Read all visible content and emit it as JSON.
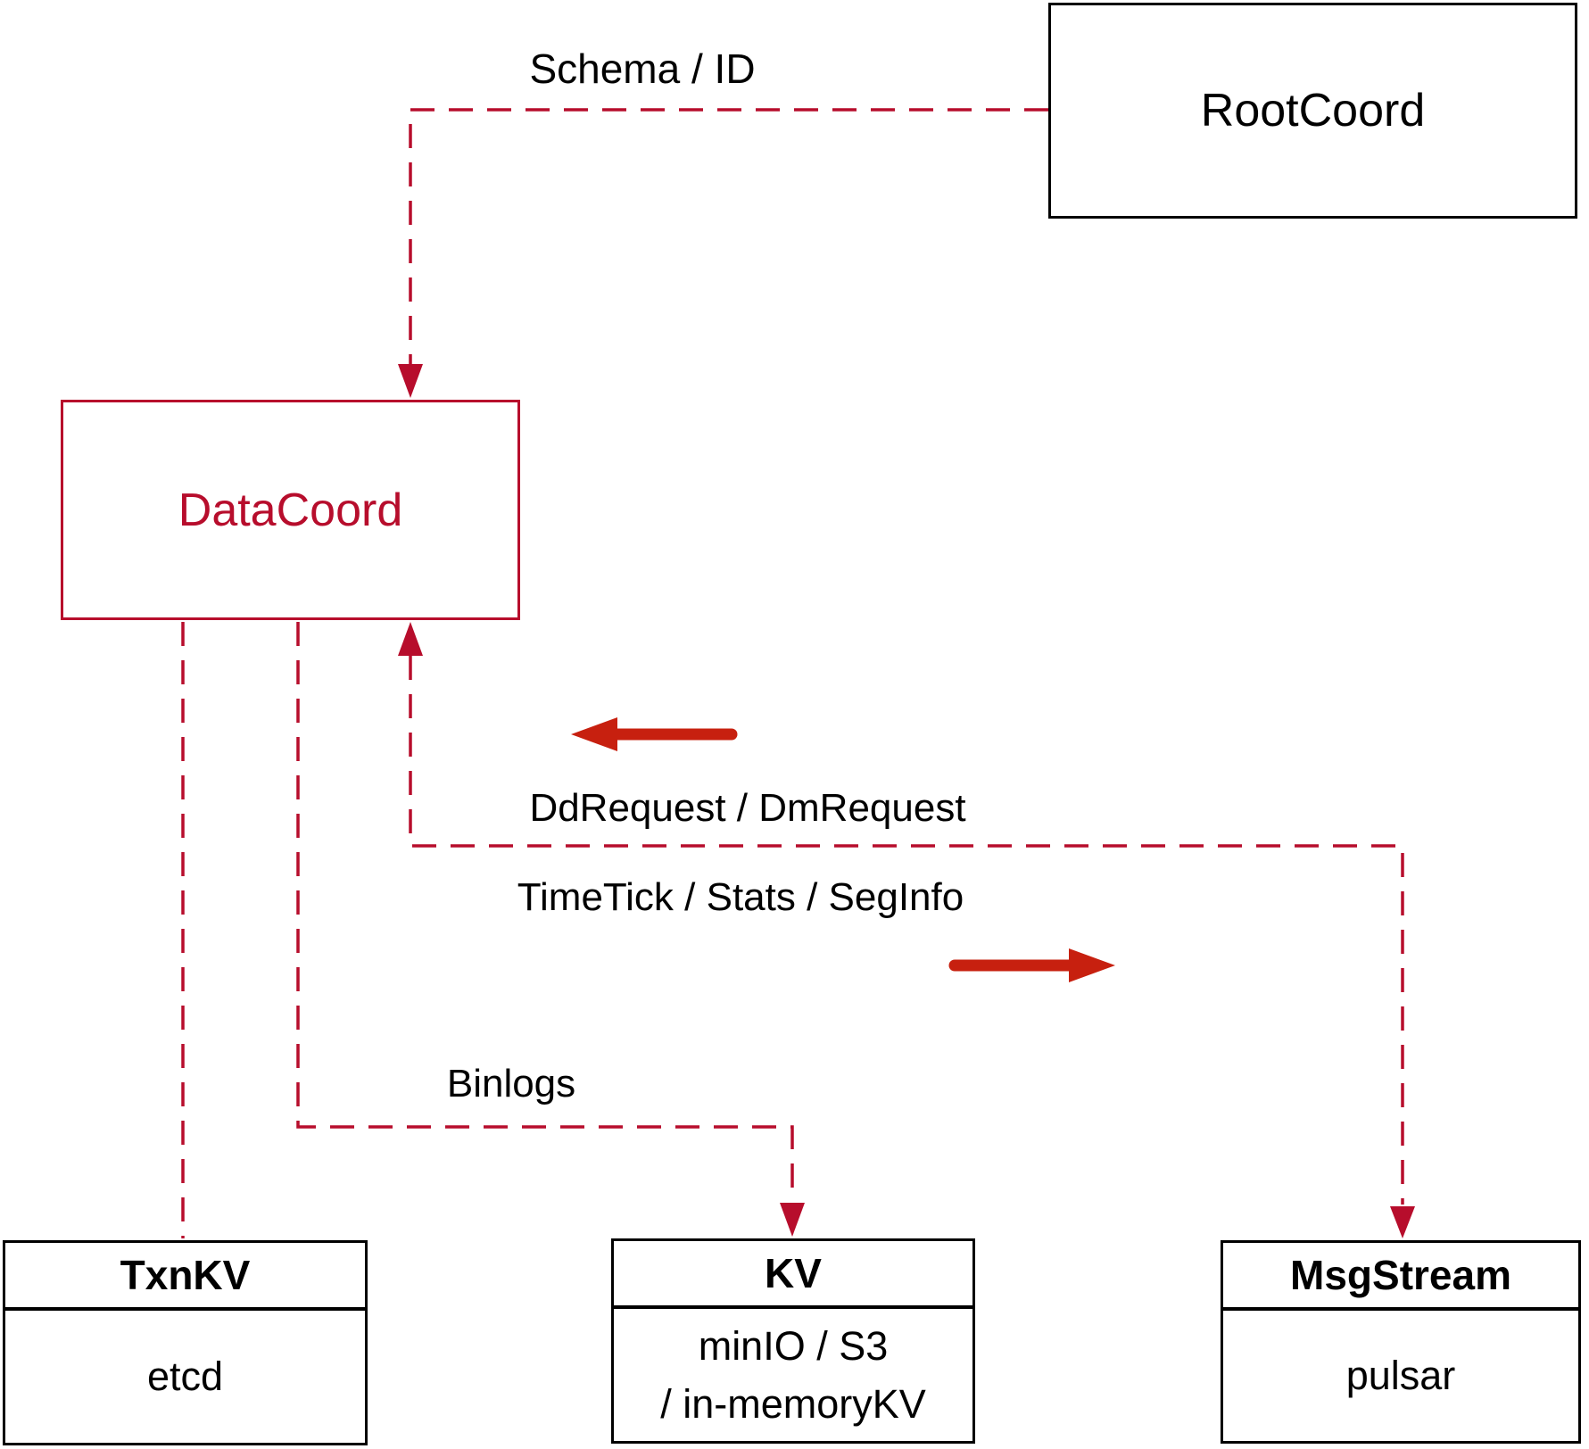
{
  "nodes": {
    "rootcoord": {
      "label": "RootCoord"
    },
    "datacoord": {
      "label": "DataCoord"
    },
    "txnkv": {
      "title": "TxnKV",
      "body": "etcd"
    },
    "kv": {
      "title": "KV",
      "body_line1": "minIO / S3",
      "body_line2": "/ in-memoryKV"
    },
    "msgstream": {
      "title": "MsgStream",
      "body": "pulsar"
    }
  },
  "edge_labels": {
    "schema_id": "Schema / ID",
    "dd_dm_request": "DdRequest / DmRequest",
    "timetick_stats_seginfo": "TimeTick / Stats / SegInfo",
    "binlogs": "Binlogs"
  },
  "colors": {
    "dashed_line": "#b70d2c",
    "solid_arrow": "#c7200f",
    "datacoord_accent": "#b70d2c",
    "box_border": "#000000",
    "text": "#000000"
  }
}
